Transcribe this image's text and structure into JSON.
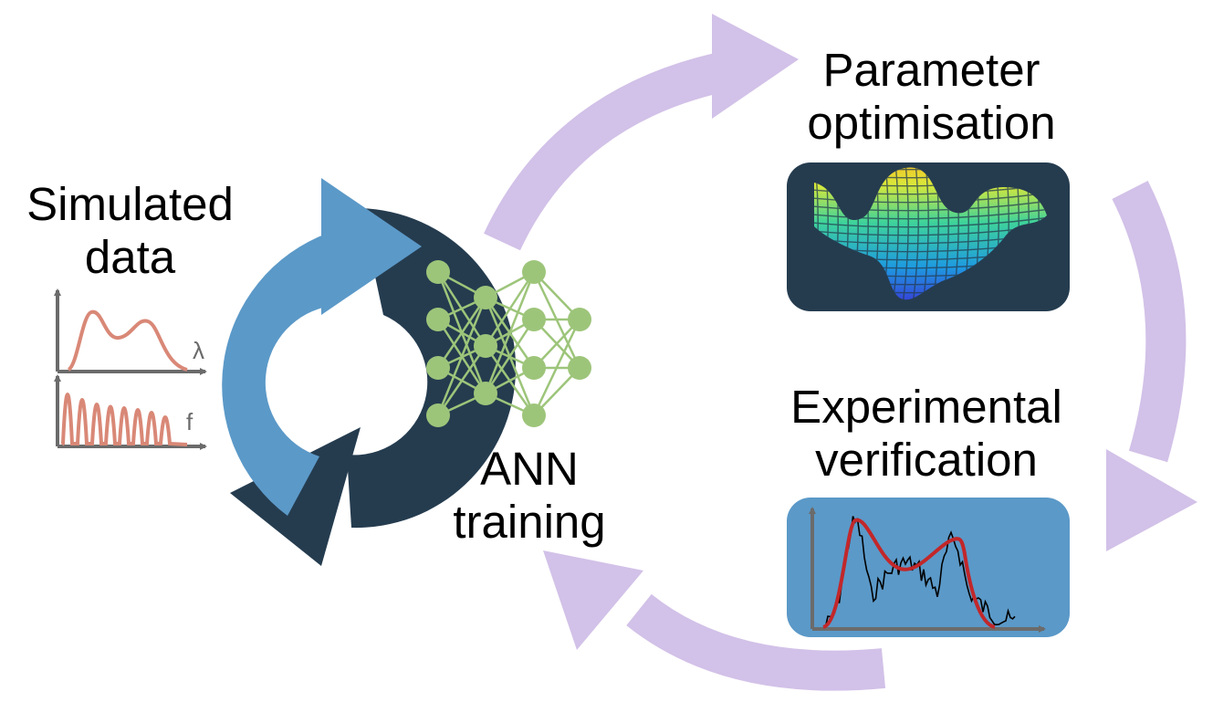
{
  "labels": {
    "simulated": [
      "Simulated",
      "data"
    ],
    "ann": [
      "ANN",
      "training"
    ],
    "parameter": [
      "Parameter",
      "optimisation"
    ],
    "experimental": [
      "Experimental",
      "verification"
    ]
  },
  "mini_plot_axes": {
    "spectrum": "λ",
    "frequency": "f"
  },
  "icons": [
    "neural-network-icon",
    "surface-plot-icon",
    "spectrum-plot-icon",
    "simulated-spectrum-icon",
    "frequency-plot-icon"
  ],
  "colors": {
    "cycle_arrow": "#d2c1e8",
    "ring_light": "#5b99c8",
    "ring_dark": "#253c4f",
    "network": "#9dc57a",
    "panel_dark": "#253c4f",
    "panel_light": "#5b99c8",
    "sim_curve": "#d98877",
    "fit_curve": "#c2272a",
    "axis": "#6b6b6b"
  }
}
